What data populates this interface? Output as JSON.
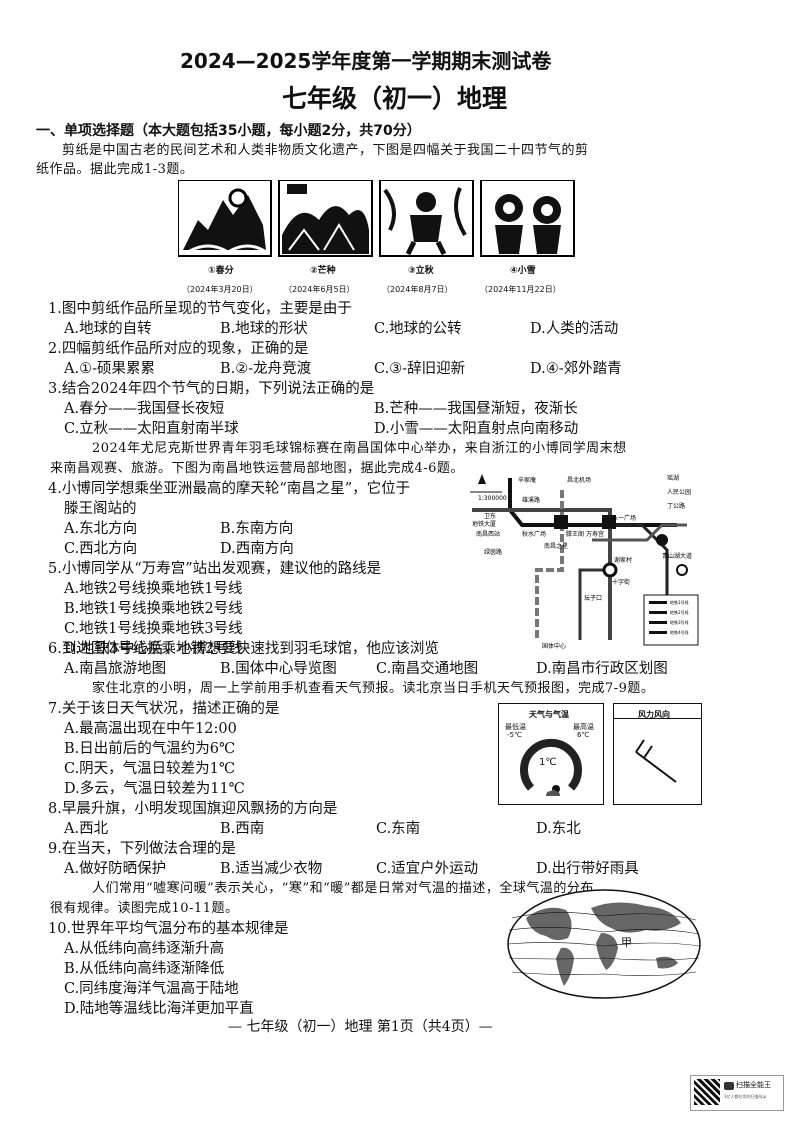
{
  "header": {
    "title1": "2024—2025学年度第一学期期末测试卷",
    "title2": "七年级（初一）地理"
  },
  "section": "一、单项选择题（本大题包括35小题，每小题2分，共70分）",
  "intro1": [
    "剪纸是中国古老的民间艺术和人类非物质文化遗产，下图是四幅关于我国二十四节气的剪",
    "纸作品。据此完成1-3题。"
  ],
  "papercuts": [
    {
      "label": "①春分",
      "date": "（2024年3月20日）"
    },
    {
      "label": "②芒种",
      "date": "（2024年6月5日）"
    },
    {
      "label": "③立秋",
      "date": "（2024年8月7日）"
    },
    {
      "label": "④小雪",
      "date": "（2024年11月22日）"
    }
  ],
  "q1": {
    "stem": "1.图中剪纸作品所呈现的节气变化，主要是由于",
    "opts": [
      "A.地球的自转",
      "B.地球的形状",
      "C.地球的公转",
      "D.人类的活动"
    ]
  },
  "q2": {
    "stem": "2.四幅剪纸作品所对应的现象，正确的是",
    "opts": [
      "A.①-硕果累累",
      "B.②-龙舟竞渡",
      "C.③-辞旧迎新",
      "D.④-郊外踏青"
    ]
  },
  "q3": {
    "stem": "3.结合2024年四个节气的日期，下列说法正确的是",
    "opts": [
      "A.春分——我国昼长夜短",
      "B.芒种——我国昼渐短，夜渐长",
      "C.立秋——太阳直射南半球",
      "D.小雪——太阳直射点向南移动"
    ]
  },
  "intro2": [
    "2024年尤尼克斯世界青年羽毛球锦标赛在南昌国体中心举办，来自浙江的小博同学周末想",
    "来南昌观赛、旅游。下图为南昌地铁运营局部地图，据此完成4-6题。"
  ],
  "q4": {
    "stem": [
      "4.小博同学想乘坐亚洲最高的摩天轮“南昌之星”，它位于",
      "滕王阁站的"
    ],
    "opts": [
      "A.东北方向",
      "B.东南方向",
      "C.西北方向",
      "D.西南方向"
    ]
  },
  "q5": {
    "stem": "5.小博同学从“万寿宫”站出发观赛，建议他的路线是",
    "opts": [
      "A.地铁2号线换乘地铁1号线",
      "B.地铁1号线换乘地铁2号线",
      "C.地铁1号线换乘地铁3号线",
      "D.地铁3号线换乘地铁2号线"
    ]
  },
  "q6": {
    "stem": "6.到达国体中心后，小博想要快速找到羽毛球馆，他应该浏览",
    "opts": [
      "A.南昌旅游地图",
      "B.国体中心导览图",
      "C.南昌交通地图",
      "D.南昌市行政区划图"
    ]
  },
  "metro": {
    "scale": "1:300000",
    "stations": [
      "辛家庵",
      "昌北机场",
      "雄溪路",
      "瑶湖",
      "人民公园",
      "丁公路",
      "八一广场",
      "万寿宫",
      "滕王阁",
      "秋水广场",
      "南昌西站",
      "卫东",
      "绿茵路",
      "地铁大厦",
      "青山湖大道",
      "谢家村",
      "十字街",
      "坛子口",
      "南昌之星",
      "国体中心"
    ],
    "legend": [
      "地铁1号线",
      "地铁2号线",
      "地铁3号线",
      "地铁4号线"
    ]
  },
  "intro3": "家住北京的小明，周一上学前用手机查看天气预报。读北京当日手机天气预报图，完成7-9题。",
  "q7": {
    "stem": "7.关于该日天气状况，描述正确的是",
    "opts": [
      "A.最高温出现在中午12:00",
      "B.日出前后的气温约为6℃",
      "C.阴天，气温日较差为1℃",
      "D.多云，气温日较差为11℃"
    ]
  },
  "weather": {
    "panel1_title": "天气与气温",
    "low_label": "最低温",
    "low": "-5℃",
    "high_label": "最高温",
    "high": "6℃",
    "current": "1℃",
    "panel2_title": "风力风向"
  },
  "q8": {
    "stem": "8.早晨升旗，小明发现国旗迎风飘扬的方向是",
    "opts": [
      "A.西北",
      "B.西南",
      "C.东南",
      "D.东北"
    ]
  },
  "q9": {
    "stem": "9.在当天，下列做法合理的是",
    "opts": [
      "A.做好防晒保护",
      "B.适当减少衣物",
      "C.适宜户外运动",
      "D.出行带好雨具"
    ]
  },
  "intro4": [
    "人们常用“嘘寒问暖”表示关心，“寒”和“暖”都是日常对气温的描述，全球气温的分布",
    "很有规律。读图完成10-11题。"
  ],
  "q10": {
    "stem": "10.世界年平均气温分布的基本规律是",
    "opts": [
      "A.从低纬向高纬逐渐升高",
      "B.从低纬向高纬逐渐降低",
      "C.同纬度海洋气温高于陆地",
      "D.陆地等温线比海洋更加平直"
    ]
  },
  "worldmap": {
    "label": "甲"
  },
  "footer": "— 七年级（初一）地理 第1页（共4页）—",
  "stamp": {
    "text": "扫描全能王",
    "sub": "3亿人都在用的扫描App"
  }
}
